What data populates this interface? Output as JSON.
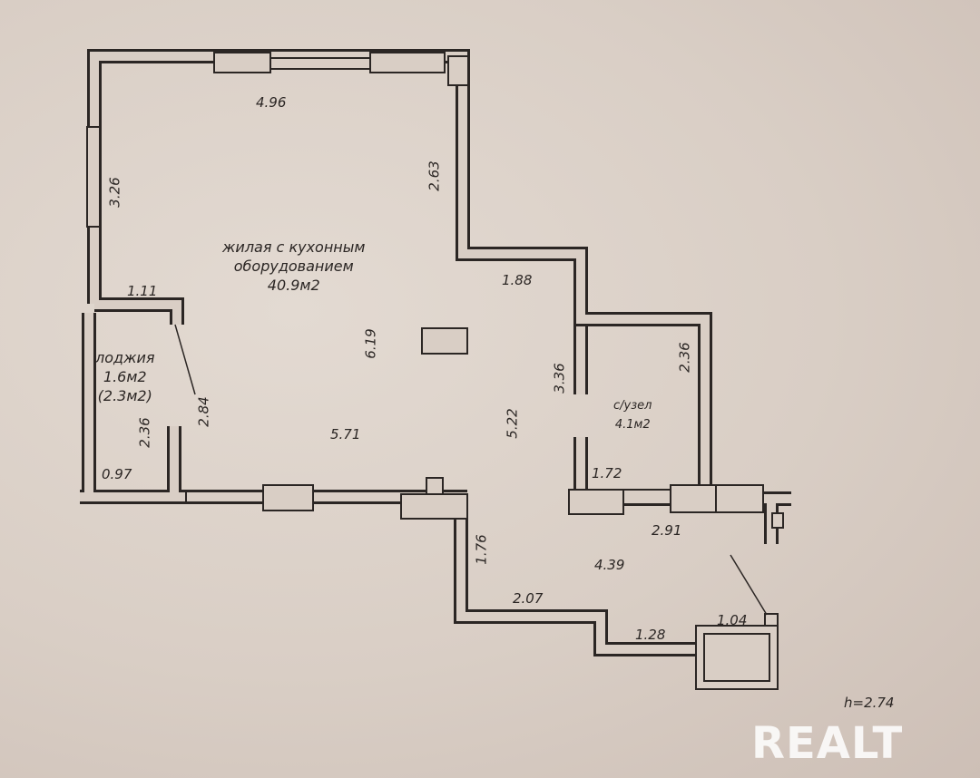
{
  "rooms": {
    "living": {
      "name_line1": "жилая с кухонным",
      "name_line2": "оборудованием",
      "area": "40.9м2"
    },
    "loggia": {
      "name": "лоджия",
      "area": "1.6м2",
      "area_full": "(2.3м2)"
    },
    "bathroom": {
      "name": "с/узел",
      "area": "4.1м2"
    }
  },
  "dimensions": {
    "d496": "4.96",
    "d326": "3.26",
    "d263": "2.63",
    "d111": "1.11",
    "d188": "1.88",
    "d619": "6.19",
    "d336": "3.36",
    "d236b": "2.36",
    "d284": "2.84",
    "d236a": "2.36",
    "d571": "5.71",
    "d522": "5.22",
    "d097": "0.97",
    "d172": "1.72",
    "d291": "2.91",
    "d176": "1.76",
    "d439": "4.39",
    "d207": "2.07",
    "d128": "1.28",
    "d104": "1.04"
  },
  "ceiling_height": "h=2.74",
  "watermark": "REALT",
  "colors": {
    "paper": "#d9cec5",
    "ink": "#2b2624"
  }
}
